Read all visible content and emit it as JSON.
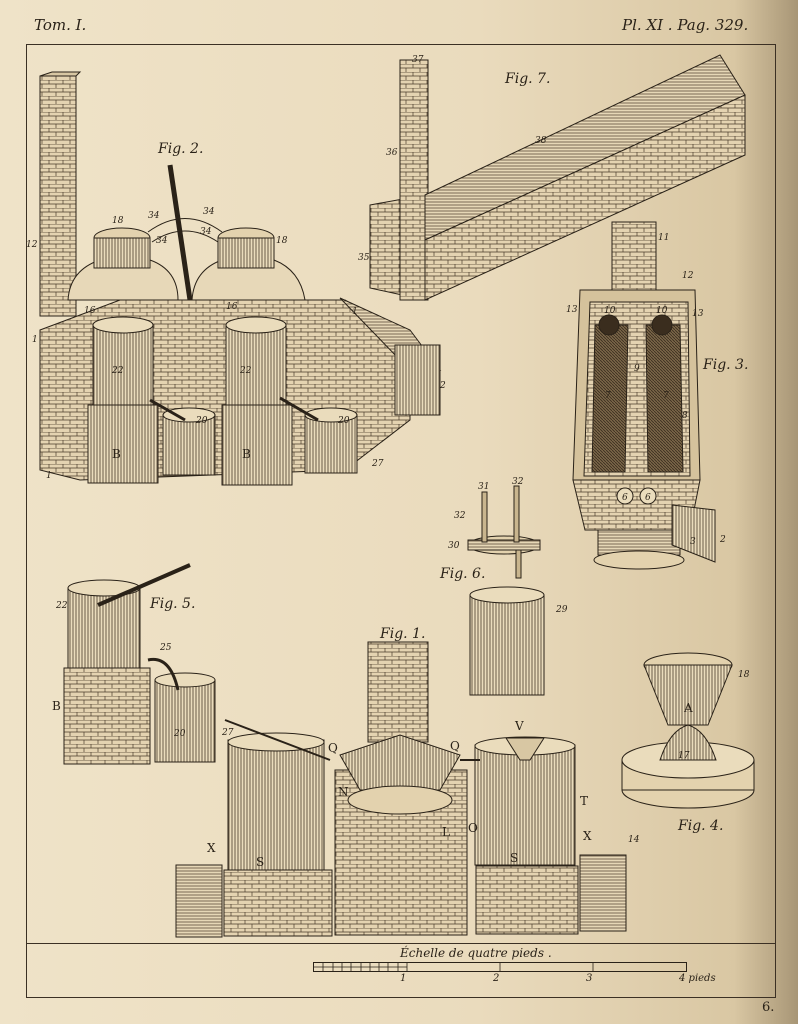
{
  "header": {
    "tome": "Tom. I.",
    "plate": "Pl. XI . Pag. 329."
  },
  "figures": {
    "fig1": "Fig. 1.",
    "fig2": "Fig. 2.",
    "fig3": "Fig. 3.",
    "fig4": "Fig. 4.",
    "fig5": "Fig. 5.",
    "fig6": "Fig. 6.",
    "fig7": "Fig. 7."
  },
  "labels": {
    "n1a": "1",
    "n1b": "1",
    "n1c": "1",
    "n2": "2",
    "n12": "12",
    "n18a": "18",
    "n18b": "18",
    "n34a": "34",
    "n34b": "34",
    "n34c": "34",
    "n34d": "34",
    "n16a": "16",
    "n16b": "16",
    "n22a": "22",
    "n22b": "22",
    "n20a": "20",
    "n20b": "20",
    "n27": "27",
    "Ba": "B",
    "Bb": "B",
    "n37": "37",
    "n36": "36",
    "n38": "38",
    "n35": "35",
    "n11": "11",
    "n12b": "12",
    "n13a": "13",
    "n13b": "13",
    "n10a": "10",
    "n10b": "10",
    "n9": "9",
    "n7a": "7",
    "n7b": "7",
    "n8": "8",
    "n6a": "6",
    "n6b": "6",
    "n3": "3",
    "n2b": "2",
    "n31": "31",
    "n32": "32",
    "n32b": "32",
    "n30": "30",
    "n29": "29",
    "n22c": "22",
    "n25": "25",
    "n20c": "20",
    "n27b": "27",
    "Bc": "B",
    "n18c": "18",
    "A": "A",
    "n17": "17",
    "n14": "14",
    "Q1": "Q",
    "Q2": "Q",
    "V": "V",
    "T": "T",
    "X1": "X",
    "X2": "X",
    "S1": "S",
    "S2": "S",
    "N": "N",
    "L": "L",
    "O": "O"
  },
  "scale": {
    "title": "Échelle de quatre pieds .",
    "ticks": [
      "1",
      "2",
      "3",
      "4 pieds"
    ]
  },
  "page_number": "6."
}
